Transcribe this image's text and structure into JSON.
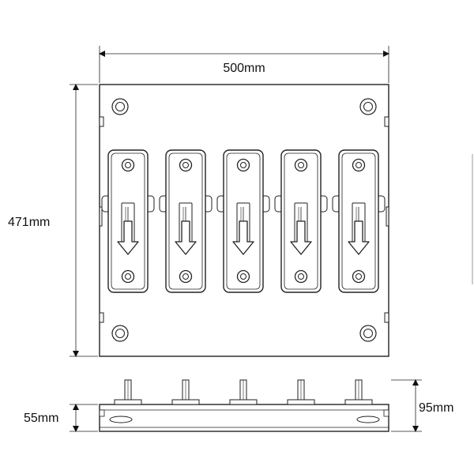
{
  "dimensions": {
    "width": "500mm",
    "height": "471mm",
    "base_thickness": "55mm",
    "total_depth": "95mm"
  },
  "modules": [
    {
      "id": 1,
      "icon": "arrow-down-icon"
    },
    {
      "id": 2,
      "icon": "arrow-down-icon"
    },
    {
      "id": 3,
      "icon": "arrow-down-icon"
    },
    {
      "id": 4,
      "icon": "arrow-down-icon"
    },
    {
      "id": 5,
      "icon": "arrow-down-icon"
    }
  ],
  "colors": {
    "line": "#222222",
    "panel": "#ffffff"
  }
}
